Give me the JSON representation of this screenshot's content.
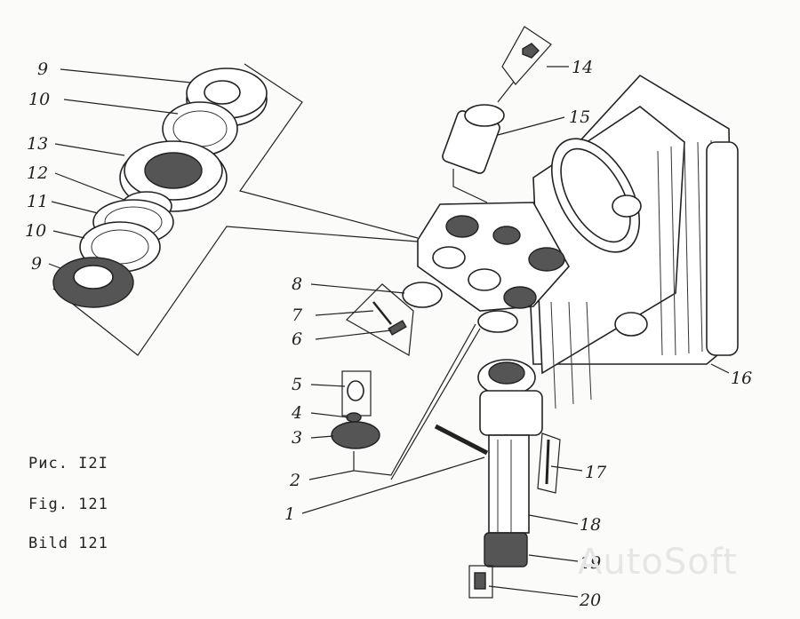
{
  "captions": [
    "Рис. I2I",
    "Fig. 121",
    "Bild 121"
  ],
  "watermark": "AutoSoft",
  "labels": {
    "l1": "1",
    "l2": "2",
    "l3": "3",
    "l4": "4",
    "l5": "5",
    "l6": "6",
    "l7": "7",
    "l8": "8",
    "l9a": "9",
    "l9b": "9",
    "l10a": "10",
    "l10b": "10",
    "l11": "11",
    "l12": "12",
    "l13": "13",
    "l14": "14",
    "l15": "15",
    "l16": "16",
    "l17": "17",
    "l18": "18",
    "l19": "19",
    "l20": "20"
  }
}
